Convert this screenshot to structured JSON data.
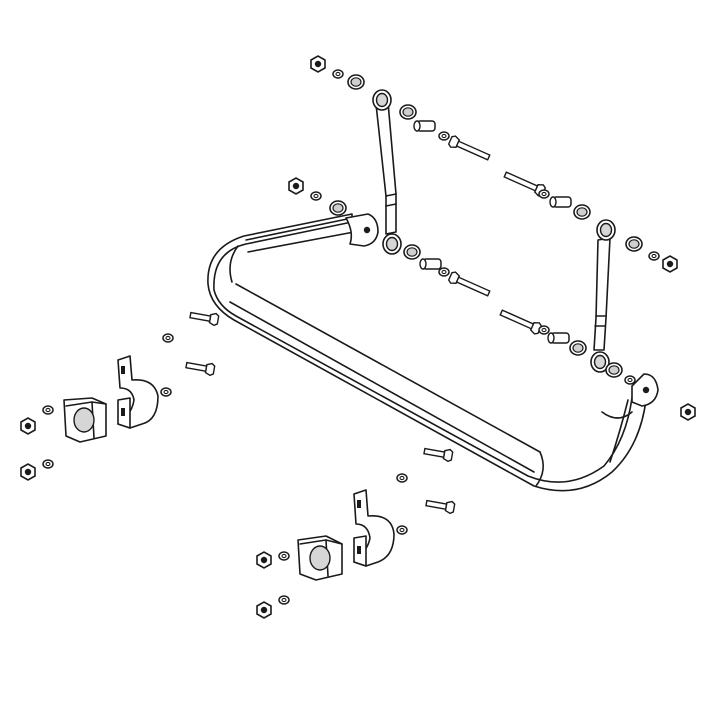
{
  "diagram": {
    "kind": "exploded-view",
    "subject": "sway-bar",
    "colors": {
      "line": "#1a1a1a",
      "fill": "#ffffff",
      "shade": "#d6d6d6",
      "background": "#ffffff"
    },
    "parts": [
      "sway-bar",
      "end-link-left",
      "end-link-right",
      "bushing",
      "bracket",
      "bolt",
      "hex-nut",
      "washer",
      "spacer-sleeve",
      "grommet"
    ]
  }
}
